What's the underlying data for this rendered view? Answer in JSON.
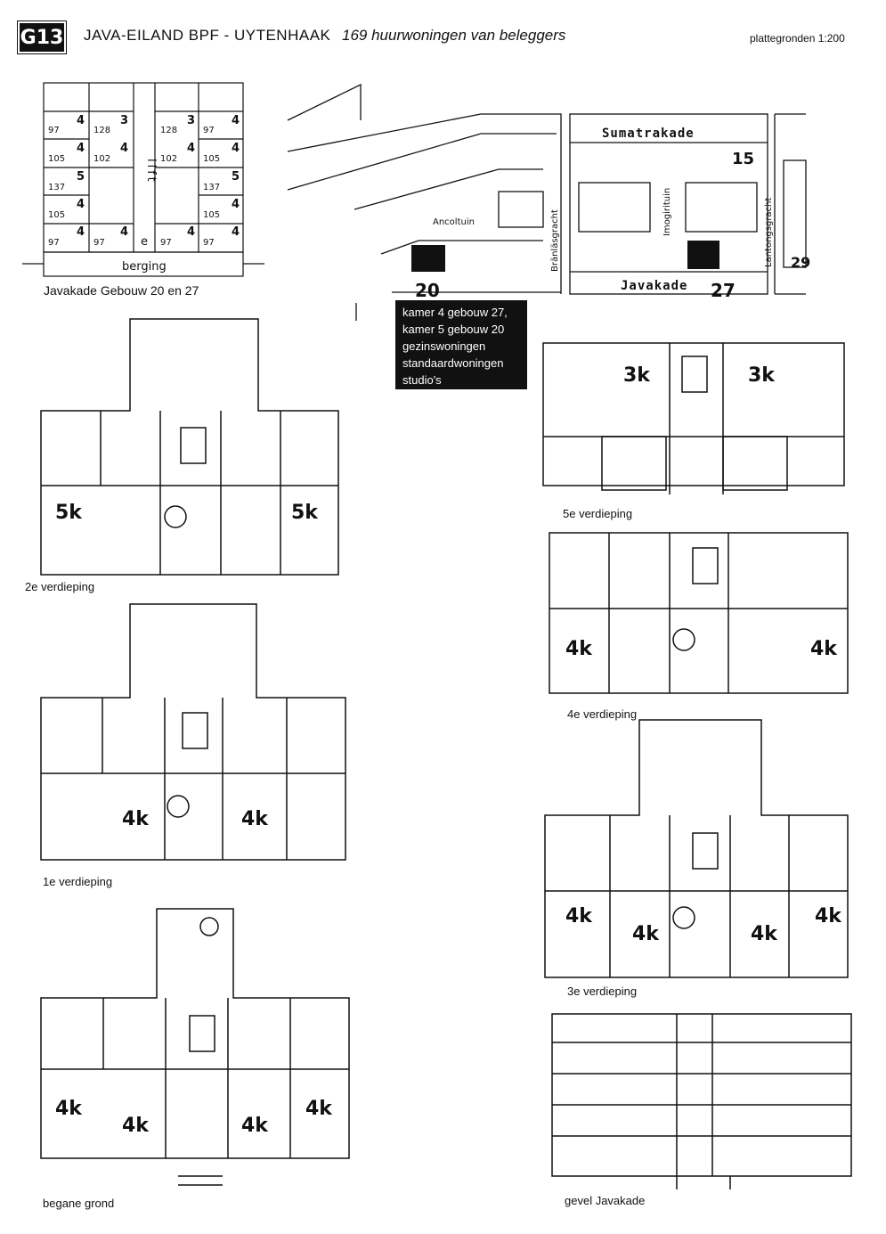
{
  "header": {
    "badge": "G13",
    "title": "JAVA-EILAND BPF - UYTENHAAK",
    "subtitle": "169 huurwoningen van beleggers",
    "scale": "plattegronden 1:200"
  },
  "schema": {
    "caption": "Javakade Gebouw 20 en 27",
    "storage_label": "berging",
    "lift_label": "lift",
    "e_label": "e",
    "cells": [
      {
        "n": "97",
        "r": "4"
      },
      {
        "n": "128",
        "r": "3"
      },
      {
        "n": "128",
        "r": "3"
      },
      {
        "n": "97",
        "r": "4"
      },
      {
        "n": "105",
        "r": "4"
      },
      {
        "n": "102",
        "r": "4"
      },
      {
        "n": "102",
        "r": "4"
      },
      {
        "n": "105",
        "r": "4"
      },
      {
        "n": "137",
        "r": "5"
      },
      {
        "n": "137",
        "r": "5"
      },
      {
        "n": "105",
        "r": "4"
      },
      {
        "n": "105",
        "r": "4"
      },
      {
        "n": "97",
        "r": "4"
      },
      {
        "n": "97",
        "r": "4"
      },
      {
        "n": "97",
        "r": "4"
      },
      {
        "n": "97",
        "r": "4"
      }
    ]
  },
  "map": {
    "streets": {
      "top": "Sumatrakade",
      "bottom": "Javakade",
      "garden": "Ancoltuin",
      "v1": "Bränläsgracht",
      "v2": "Imogirituin",
      "v3": "Lantongsgracht"
    },
    "buildings": {
      "b15": "15",
      "b20": "20",
      "b27": "27",
      "b29": "29"
    }
  },
  "legend": {
    "lines": [
      "kamer 4 gebouw 27,",
      "kamer 5 gebouw 20",
      "gezinswoningen",
      "standaardwoningen",
      "studio's"
    ]
  },
  "plans": {
    "second": {
      "caption": "2e verdieping",
      "rooms": [
        "5k",
        "5k"
      ]
    },
    "first": {
      "caption": "1e verdieping",
      "rooms": [
        "4k",
        "4k"
      ]
    },
    "ground": {
      "caption": "begane grond",
      "rooms": [
        "4k",
        "4k",
        "4k",
        "4k"
      ]
    },
    "fifth": {
      "caption": "5e verdieping",
      "rooms": [
        "3k",
        "3k"
      ]
    },
    "fourth": {
      "caption": "4e verdieping",
      "rooms": [
        "4k",
        "4k"
      ]
    },
    "third": {
      "caption": "3e verdieping",
      "rooms": [
        "4k",
        "4k",
        "4k",
        "4k"
      ]
    },
    "facade": {
      "caption": "gevel Javakade"
    }
  }
}
